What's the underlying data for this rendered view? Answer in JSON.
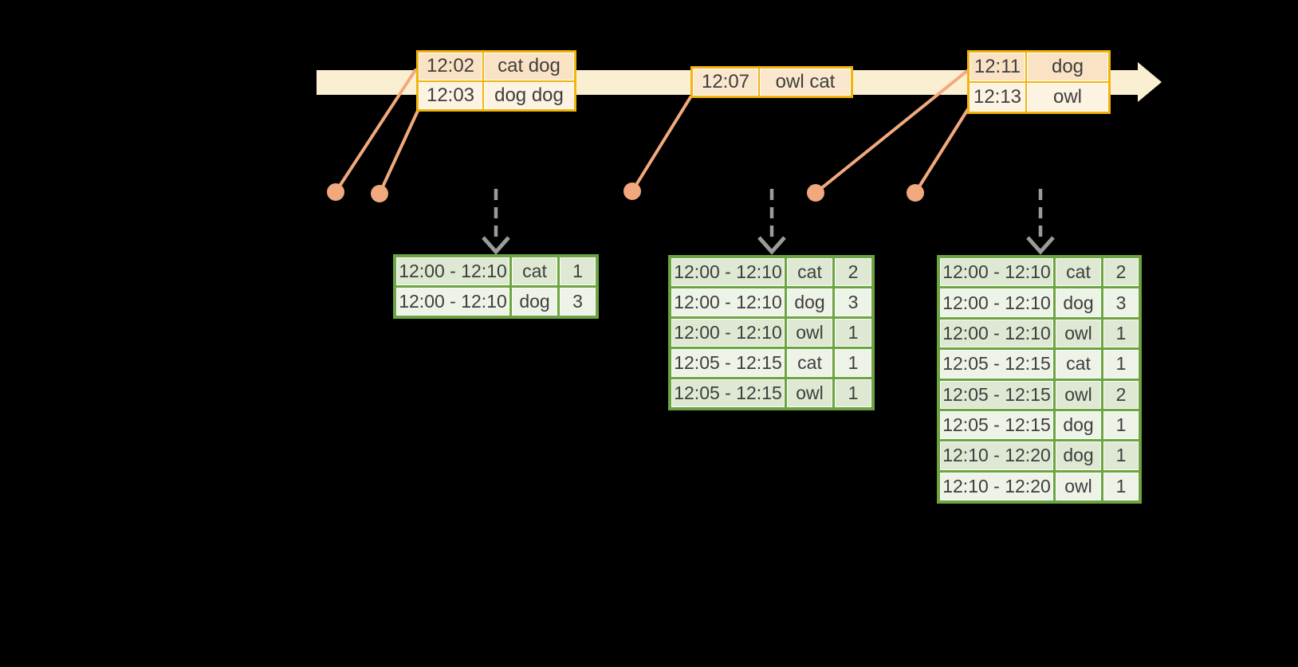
{
  "colors": {
    "background": "#000000",
    "timeline_fill": "#fbefd2",
    "event_table_border": "#f1b40e",
    "event_row_dark": "#fae3c5",
    "event_row_light": "#fdf3e3",
    "connector_line": "#f2aa7c",
    "event_dot": "#f0a87c",
    "trigger_arrow_gray": "#9b9b9b",
    "result_table_border": "#6ca443",
    "result_row_dark": "#dee8d2",
    "result_row_light": "#eef3e8",
    "text": "#3e3e3e"
  },
  "timeline": {
    "event_tables": [
      {
        "rows": [
          {
            "time": "12:02",
            "words": "cat dog"
          },
          {
            "time": "12:03",
            "words": "dog dog"
          }
        ]
      },
      {
        "rows": [
          {
            "time": "12:07",
            "words": "owl cat"
          }
        ]
      },
      {
        "rows": [
          {
            "time": "12:11",
            "words": "dog"
          },
          {
            "time": "12:13",
            "words": "owl"
          }
        ]
      }
    ]
  },
  "result_tables": [
    {
      "rows": [
        {
          "window": "12:00 - 12:10",
          "word": "cat",
          "count": "1"
        },
        {
          "window": "12:00 - 12:10",
          "word": "dog",
          "count": "3"
        }
      ]
    },
    {
      "rows": [
        {
          "window": "12:00 - 12:10",
          "word": "cat",
          "count": "2"
        },
        {
          "window": "12:00 - 12:10",
          "word": "dog",
          "count": "3"
        },
        {
          "window": "12:00 - 12:10",
          "word": "owl",
          "count": "1"
        },
        {
          "window": "12:05 - 12:15",
          "word": "cat",
          "count": "1"
        },
        {
          "window": "12:05 - 12:15",
          "word": "owl",
          "count": "1"
        }
      ]
    },
    {
      "rows": [
        {
          "window": "12:00 - 12:10",
          "word": "cat",
          "count": "2"
        },
        {
          "window": "12:00 - 12:10",
          "word": "dog",
          "count": "3"
        },
        {
          "window": "12:00 - 12:10",
          "word": "owl",
          "count": "1"
        },
        {
          "window": "12:05 - 12:15",
          "word": "cat",
          "count": "1"
        },
        {
          "window": "12:05 - 12:15",
          "word": "owl",
          "count": "2"
        },
        {
          "window": "12:05 - 12:15",
          "word": "dog",
          "count": "1"
        },
        {
          "window": "12:10 - 12:20",
          "word": "dog",
          "count": "1"
        },
        {
          "window": "12:10 - 12:20",
          "word": "owl",
          "count": "1"
        }
      ]
    }
  ]
}
